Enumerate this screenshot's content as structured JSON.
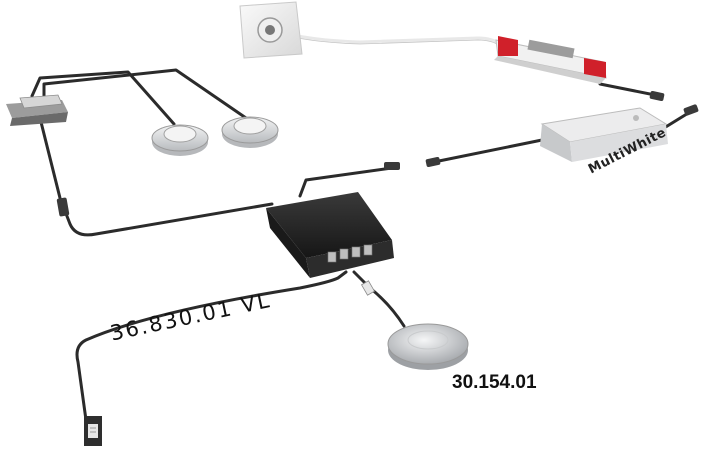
{
  "labels": {
    "distributor_part": "36.830.01 VL",
    "sensor_part": "30.154.01",
    "driver_name": "MultiWhite"
  },
  "colors": {
    "cable": "#2b2b2b",
    "device_grey": "#d6d8da",
    "power_supply_accent": "#d0202a",
    "distributor_body": "#2a2a2a"
  }
}
